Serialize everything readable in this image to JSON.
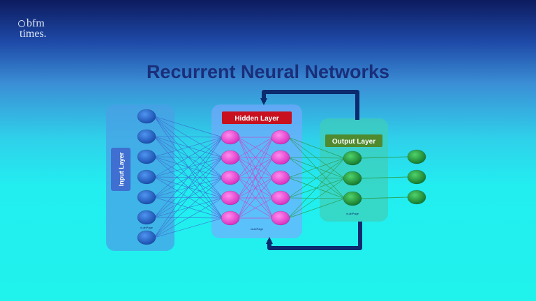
{
  "logo": {
    "line1": "bfm",
    "line2": "times."
  },
  "title": "Recurrent Neural Networks",
  "layers": {
    "input": {
      "label": "Input Layer",
      "watermark": "xLabPage",
      "nodes": 7
    },
    "hidden": {
      "label": "Hidden Layer",
      "watermark": "xLabPage",
      "nodes_per_column": 5,
      "columns": 2
    },
    "output": {
      "label": "Output Layer",
      "watermark": "xLabPage",
      "nodes": 3
    },
    "final": {
      "nodes": 3
    }
  },
  "colors": {
    "input_node": "#1f63c9",
    "hidden_node": "#f04fd4",
    "output_node": "#1f9e3a",
    "hidden_label_bg": "#c8101e",
    "output_label_bg": "#4f8a2e",
    "input_label_bg": "#3f6fd0",
    "arrow": "#0c2a6e"
  }
}
